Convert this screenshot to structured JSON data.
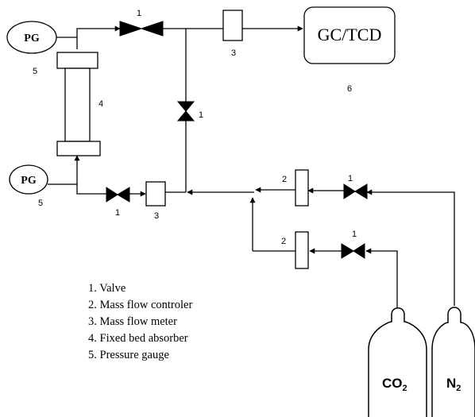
{
  "gc_tcd": {
    "label": "GC/TCD"
  },
  "gauges": {
    "top": "PG",
    "bottom": "PG"
  },
  "cylinders": {
    "co2": {
      "main": "CO",
      "sub": "2"
    },
    "n2": {
      "main": "N",
      "sub": "2"
    }
  },
  "numbers": {
    "valve_top": "1",
    "valve_mid": "1",
    "valve_bottom": "1",
    "valve_n2": "1",
    "valve_co2": "1",
    "mfm_top": "3",
    "mfm_bottom": "3",
    "mfc_n2": "2",
    "mfc_co2": "2",
    "absorber": "4",
    "pg_top": "5",
    "pg_bottom": "5",
    "gc": "6"
  },
  "legend": [
    "1. Valve",
    "2. Mass flow controler",
    "3. Mass flow meter",
    "4. Fixed bed absorber",
    "5. Pressure gauge"
  ],
  "colors": {
    "line": "#000000",
    "background": "#ffffff"
  }
}
